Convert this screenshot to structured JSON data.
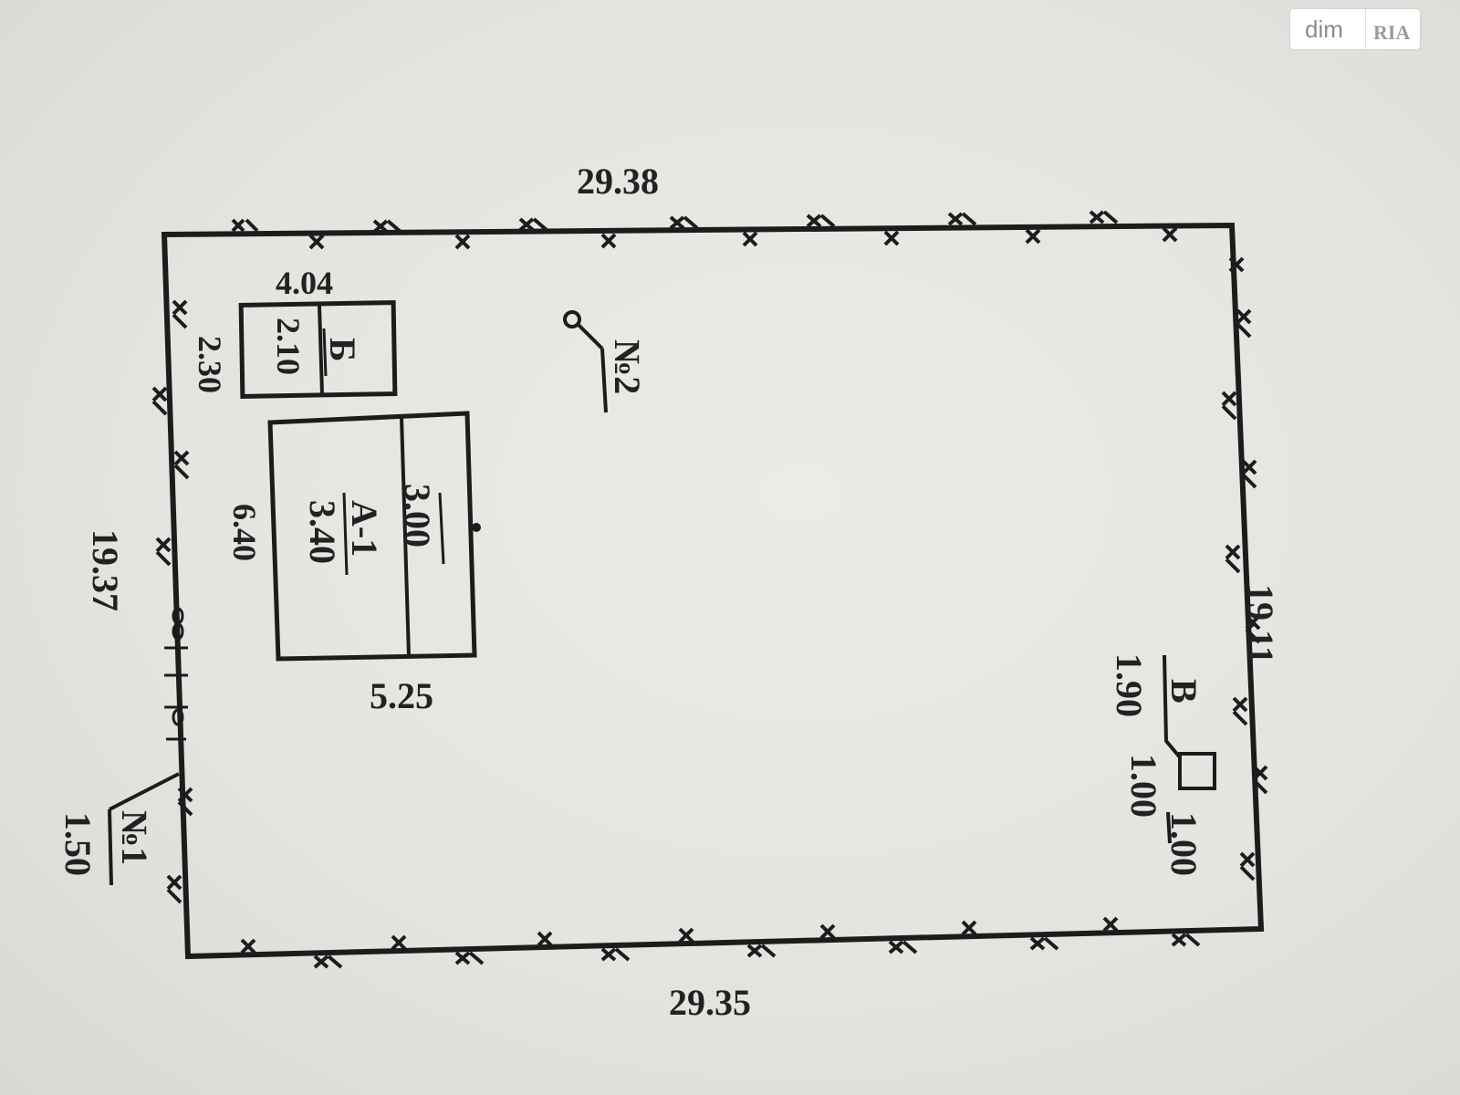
{
  "watermark": {
    "left": "dim",
    "right": "RIA"
  },
  "plot": {
    "top_side": "29.38",
    "bottom_side": "29.35",
    "left_side": "19.37",
    "right_side": "19.11"
  },
  "building_b": {
    "letter": "Б",
    "width": "4.04",
    "depth": "2.30",
    "height": "2.10"
  },
  "building_a1": {
    "letter": "А-1",
    "height": "3.40",
    "depth": "6.40",
    "width": "5.25",
    "porch_height": "3.00"
  },
  "well_2": {
    "label": "№2"
  },
  "gate_1": {
    "label": "№1",
    "width": "1.50"
  },
  "building_v": {
    "letter": "В",
    "height": "1.90",
    "depth": "1.00",
    "width": "1.00"
  }
}
